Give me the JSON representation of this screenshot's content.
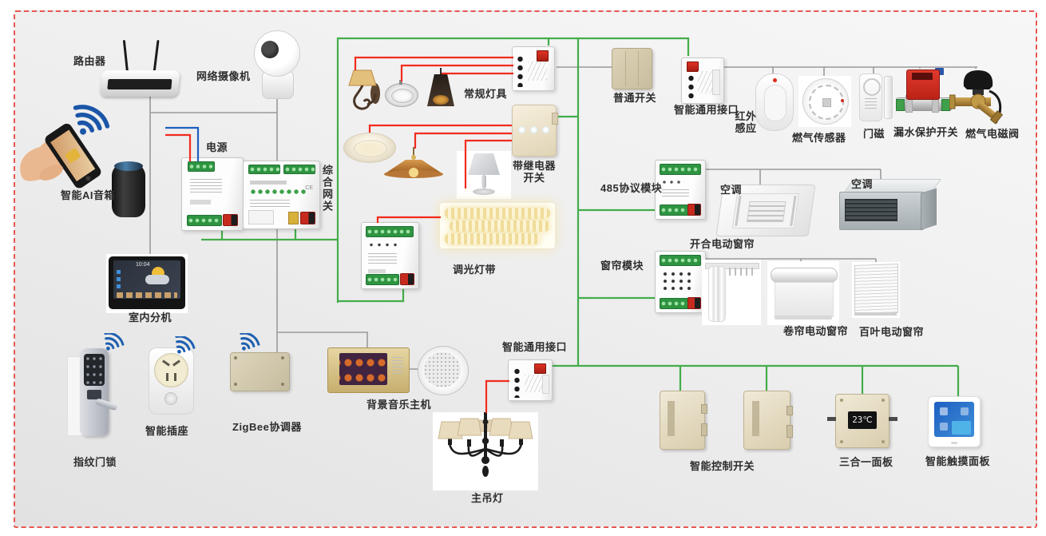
{
  "colors": {
    "bus_green": "#43ad4a",
    "wire_red": "#f22b1d",
    "wire_blue": "#1c5fc0",
    "wire_gray": "#9a9a9a",
    "border_red": "#e8564e",
    "label_text": "#2d2d2d",
    "panel_beige": "#e5dabd",
    "screen_blue": "#2b6fd0"
  },
  "labels": {
    "router": "路由器",
    "camera": "网络摄像机",
    "ai_speaker": "智能AI音箱",
    "power": "电源",
    "gateway": "综合网关",
    "regular_lights": "常规灯具",
    "relay_switch": "带继电器开关",
    "normal_switch": "普通开关",
    "smart_interface_top": "智能通用接口",
    "pir": "红外感应",
    "gas_sensor": "燃气传感器",
    "door_magnet": "门磁",
    "water_leak": "漏水保护开关",
    "gas_valve": "燃气电磁阀",
    "module_485": "485协议模块",
    "ac_cassette": "空调",
    "ac_ducted": "空调",
    "open_curtain": "开合电动窗帘",
    "curtain_module": "窗帘模块",
    "roller_curtain": "卷帘电动窗帘",
    "blind_curtain": "百叶电动窗帘",
    "dimmer_strip": "调光灯带",
    "indoor_unit": "室内分机",
    "fingerprint_lock": "指纹门锁",
    "smart_socket": "智能插座",
    "zigbee": "ZigBee协调器",
    "music_host": "背景音乐主机",
    "smart_interface_bottom": "智能通用接口",
    "chandelier": "主吊灯",
    "smart_control_switch": "智能控制开关",
    "three_in_one_panel": "三合一面板",
    "smart_touch_panel": "智能触摸面板"
  },
  "displays": {
    "indoor_time": "10:04",
    "temp_panel": "23℃"
  },
  "edges": [
    {
      "from": "router",
      "to": "camera",
      "wire": "gray"
    },
    {
      "from": "router",
      "to": "indoor_unit",
      "wire": "gray"
    },
    {
      "from": "camera",
      "to": "gateway",
      "wire": "gray"
    },
    {
      "from": "gateway",
      "to": "zigbee",
      "wire": "gray"
    },
    {
      "from": "zigbee",
      "to": "music_host",
      "wire": "gray"
    },
    {
      "from": "music_host",
      "to": "ceiling_speaker",
      "wire": "gray"
    },
    {
      "from": "mains",
      "to": "power",
      "wire": "red+blue"
    },
    {
      "from": "power",
      "to": "green-bus",
      "wire": "green"
    },
    {
      "from": "gateway",
      "to": "green-bus",
      "wire": "green"
    },
    {
      "from": "dimmer_module",
      "to": "green-bus",
      "wire": "green"
    },
    {
      "from": "dimmer_module",
      "to": "dimmer_strip",
      "wire": "red"
    },
    {
      "from": "lights_controller",
      "to": "green-bus",
      "wire": "green"
    },
    {
      "from": "lights_controller",
      "to": "regular_lights",
      "wire": "red"
    },
    {
      "from": "lights_controller",
      "to": "normal_switch",
      "wire": "gray"
    },
    {
      "from": "relay_switch",
      "to": "green-bus",
      "wire": "green"
    },
    {
      "from": "relay_switch",
      "to": "lamps",
      "wire": "red"
    },
    {
      "from": "smart_interface_top",
      "to": "green-bus",
      "wire": "green"
    },
    {
      "from": "smart_interface_top",
      "to": "pir+gas_sensor+door_magnet+water_leak+gas_valve",
      "wire": "gray"
    },
    {
      "from": "module_485",
      "to": "green-bus",
      "wire": "green"
    },
    {
      "from": "module_485",
      "to": "ac_cassette+ac_ducted",
      "wire": "gray"
    },
    {
      "from": "curtain_module",
      "to": "green-bus",
      "wire": "green"
    },
    {
      "from": "curtain_module",
      "to": "open_curtain+roller_curtain+blind_curtain",
      "wire": "gray"
    },
    {
      "from": "smart_interface_bottom",
      "to": "green-bus",
      "wire": "green"
    },
    {
      "from": "smart_interface_bottom",
      "to": "chandelier",
      "wire": "red"
    },
    {
      "from": "green-bus",
      "to": "smart_control_switch+three_in_one_panel+smart_touch_panel",
      "wire": "green"
    }
  ]
}
